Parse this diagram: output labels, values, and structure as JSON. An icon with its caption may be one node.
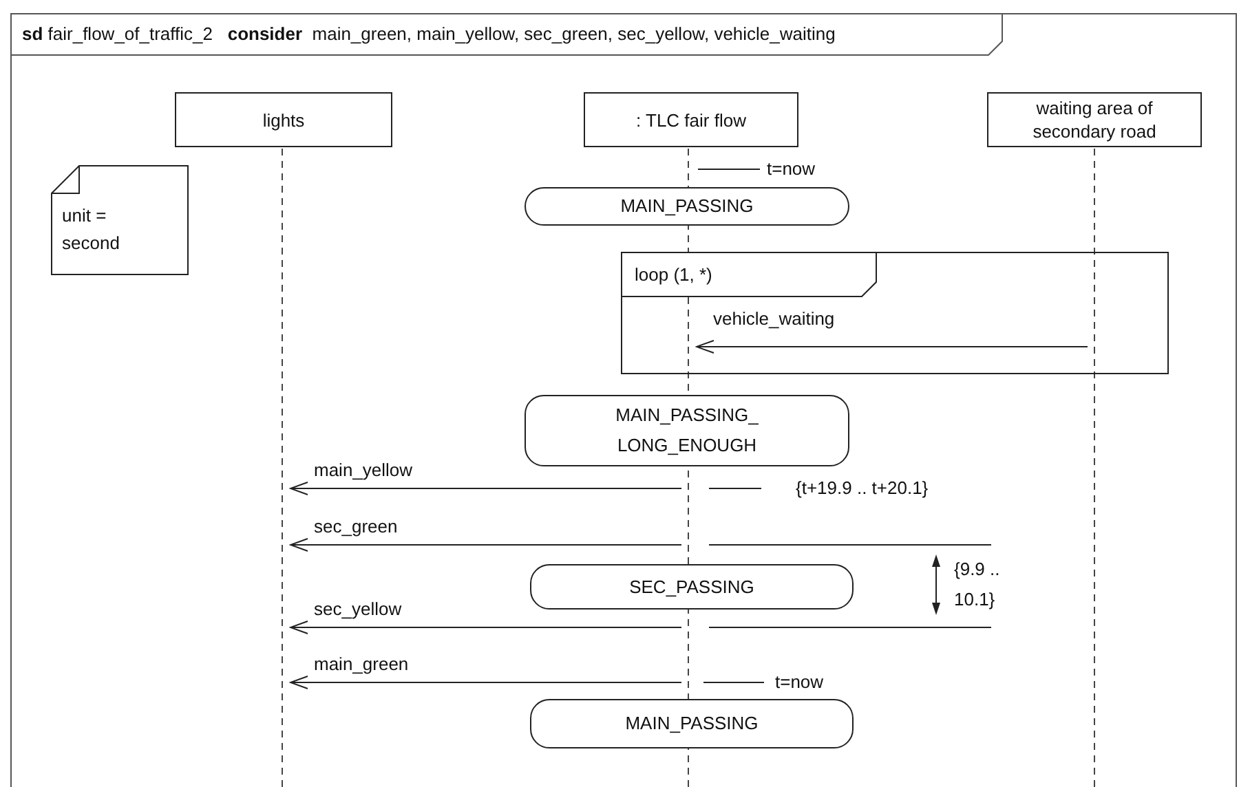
{
  "diagram": {
    "title": "**sd** fair_flow_of_traffic_2   **consider**  main_green, main_yellow, sec_green, sec_yellow, vehicle_waiting",
    "nodes": [
      {
        "text": [
          "lights"
        ]
      },
      {
        "text": [
          ": TLC fair flow"
        ]
      },
      {
        "text": [
          "waiting area of secondary road"
        ]
      },
      {
        "text": [],
        "shape": "line"
      },
      {
        "text": [],
        "shape": "line"
      },
      {
        "text": [],
        "shape": "line"
      },
      {
        "text": [
          "unit = second"
        ]
      },
      {
        "text": [
          "MAIN_PASSING"
        ]
      },
      {
        "text": [
          "loop (1, *)"
        ]
      },
      {
        "text": [
          "MAIN_PASSING_ LONG_ENOUGH"
        ]
      },
      {
        "text": [
          "SEC_PASSING"
        ]
      },
      {
        "text": [
          "MAIN_PASSING"
        ]
      }
    ],
    "edges": [
      {
        "from": 5,
        "to": 4,
        "arrow": "to",
        "label": "vehicle_waiting"
      },
      {
        "from": 4,
        "to": 3,
        "arrow": "to",
        "label": "main_yellow"
      },
      {
        "from": 4,
        "to": 3,
        "arrow": "to",
        "label": "sec_green"
      },
      {
        "from": 4,
        "to": 3,
        "arrow": "to",
        "label": "sec_yellow"
      },
      {
        "from": 4,
        "to": 3,
        "arrow": "to",
        "label": "main_green"
      }
    ],
    "labels": [
      "t=now",
      "{t+19.9 .. t+20.1}",
      "{9.9 .. 10.1}",
      "t=now"
    ]
  }
}
